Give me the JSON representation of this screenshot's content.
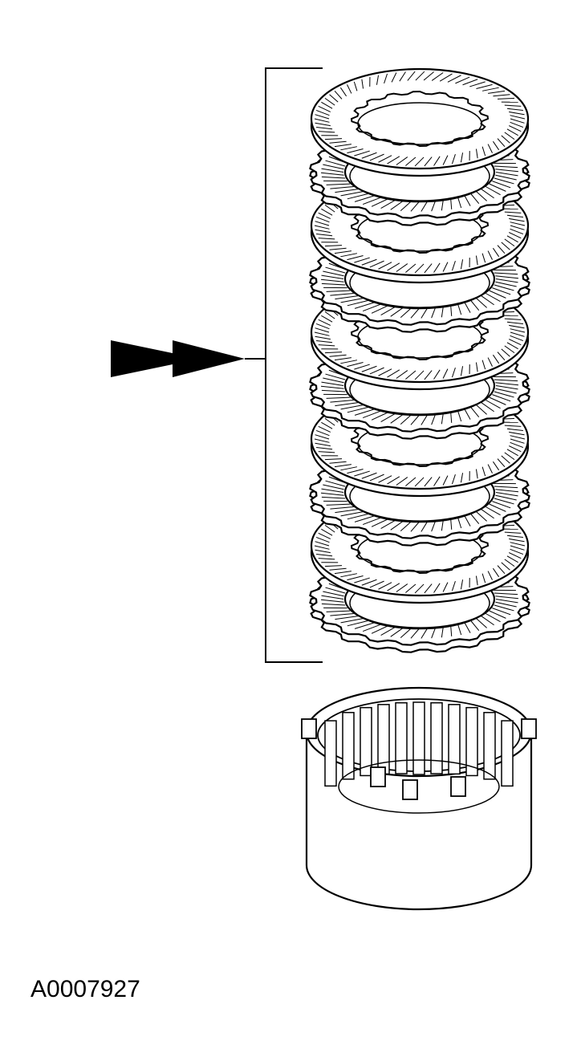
{
  "figure": {
    "id_label": "A0007927",
    "ink_color": "#000000",
    "paper_color": "#ffffff",
    "plate_fill": "#ffffff",
    "friction_fill": "#ffffff",
    "hatch_color": "#000000",
    "disc_sequence": [
      "steel",
      "friction",
      "steel",
      "friction",
      "steel",
      "friction",
      "steel",
      "friction",
      "steel",
      "friction"
    ],
    "icons": [
      "pointer-arrow-icon"
    ]
  }
}
